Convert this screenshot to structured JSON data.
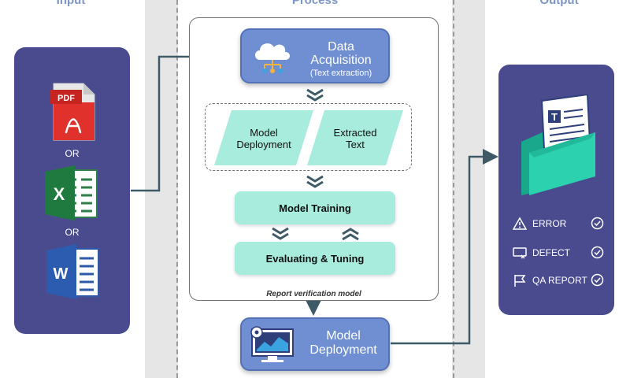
{
  "sections": {
    "input": "Input",
    "process": "Process",
    "output": "Output"
  },
  "input": {
    "files": [
      {
        "icon": "pdf-file-icon",
        "badge": "PDF"
      },
      {
        "icon": "excel-file-icon",
        "badge": "X"
      },
      {
        "icon": "word-file-icon",
        "badge": "W"
      }
    ],
    "or_1": "OR",
    "or_2": "OR"
  },
  "process": {
    "data_acquisition": {
      "title_line1": "Data",
      "title_line2": "Acquisition",
      "subtitle": "(Text extraction)",
      "icon": "cloud-network-icon"
    },
    "model_deployment_para": {
      "line1": "Model",
      "line2": "Deployment"
    },
    "extracted_text_para": {
      "line1": "Extracted",
      "line2": "Text"
    },
    "model_training": "Model Training",
    "evaluating_tuning": "Evaluating & Tuning",
    "model_caption": "Report verification model",
    "final_deployment": {
      "title_line1": "Model",
      "title_line2": "Deployment",
      "icon": "monitor-chart-gear-icon"
    }
  },
  "output": {
    "icon": "document-folder-icon",
    "items": [
      {
        "label": "ERROR",
        "icon": "warning-icon"
      },
      {
        "label": "DEFECT",
        "icon": "defect-icon"
      },
      {
        "label": "QA REPORT",
        "icon": "flag-icon"
      }
    ]
  },
  "colors": {
    "panel": "#4a4b8f",
    "blue_box": "#6f8fd2",
    "teal": "#a7ecdd",
    "connector": "#3d5a66",
    "title": "#7d96c6"
  }
}
